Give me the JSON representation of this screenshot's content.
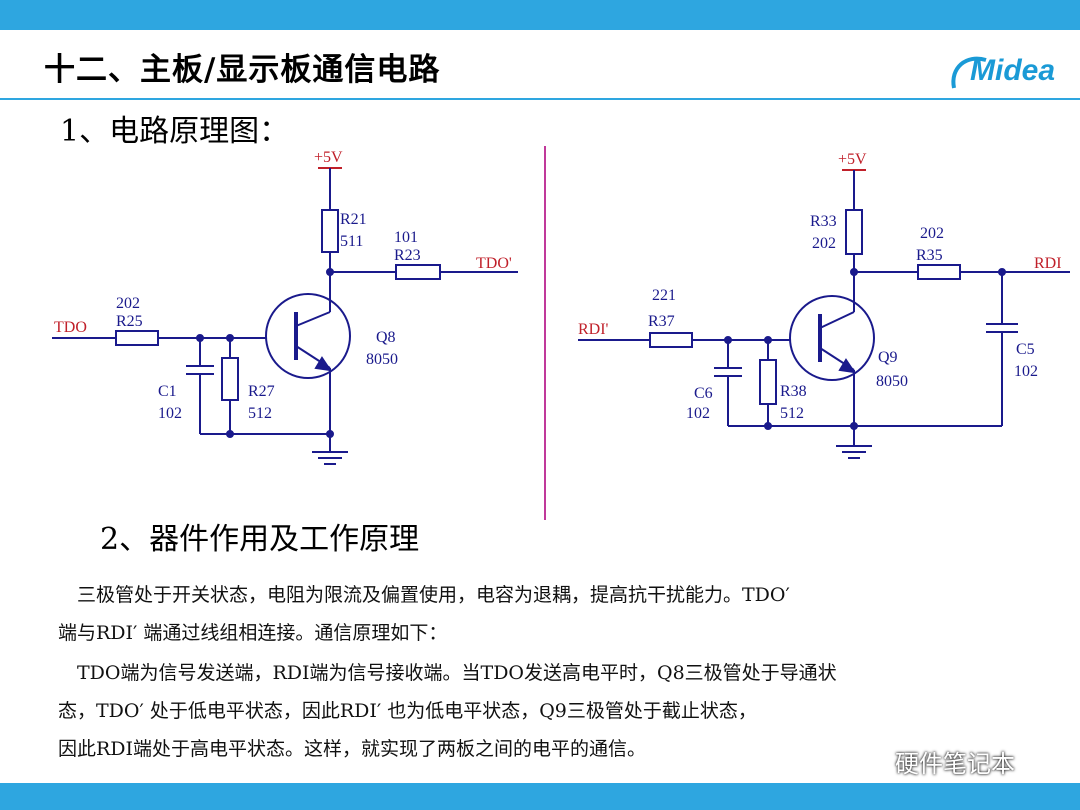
{
  "slide": {
    "title": "十二、主板/显示板通信电路",
    "logo_text": "Midea",
    "section1": "1、电路原理图：",
    "section2": "2、器件作用及工作原理",
    "paragraph_lines": [
      "　三极管处于开关状态，电阻为限流及偏置使用，电容为退耦，提高抗干扰能力。TDO′",
      "端与RDI′ 端通过线组相连接。通信原理如下：",
      "　TDO端为信号发送端，RDI端为信号接收端。当TDO发送高电平时，Q8三极管处于导通状",
      "态，TDO′ 处于低电平状态，因此RDI′ 也为低电平状态，Q9三极管处于截止状态，",
      "因此RDI端处于高电平状态。这样，就实现了两板之间的电平的通信。"
    ],
    "watermark": "硬件笔记本"
  },
  "circuit_left": {
    "vcc": "+5V",
    "r21_name": "R21",
    "r21_value": "511",
    "r23_value": "101",
    "r23_name": "R23",
    "out_net": "TDO'",
    "in_net": "TDO",
    "r25_value": "202",
    "r25_name": "R25",
    "q_name": "Q8",
    "q_part": "8050",
    "c_name": "C1",
    "c_value": "102",
    "r27_name": "R27",
    "r27_value": "512"
  },
  "circuit_right": {
    "vcc": "+5V",
    "r33_name": "R33",
    "r33_value": "202",
    "r35_value": "202",
    "r35_name": "R35",
    "out_net": "RDI",
    "in_net": "RDI'",
    "r37_value": "221",
    "r37_name": "R37",
    "q_name": "Q9",
    "q_part": "8050",
    "c6_name": "C6",
    "c6_value": "102",
    "r38_name": "R38",
    "r38_value": "512",
    "c5_name": "C5",
    "c5_value": "102"
  },
  "colors": {
    "accent": "#2ea6e0",
    "wire": "#1a1a8c",
    "net_label": "#c0202a",
    "divider": "#c0399a"
  }
}
